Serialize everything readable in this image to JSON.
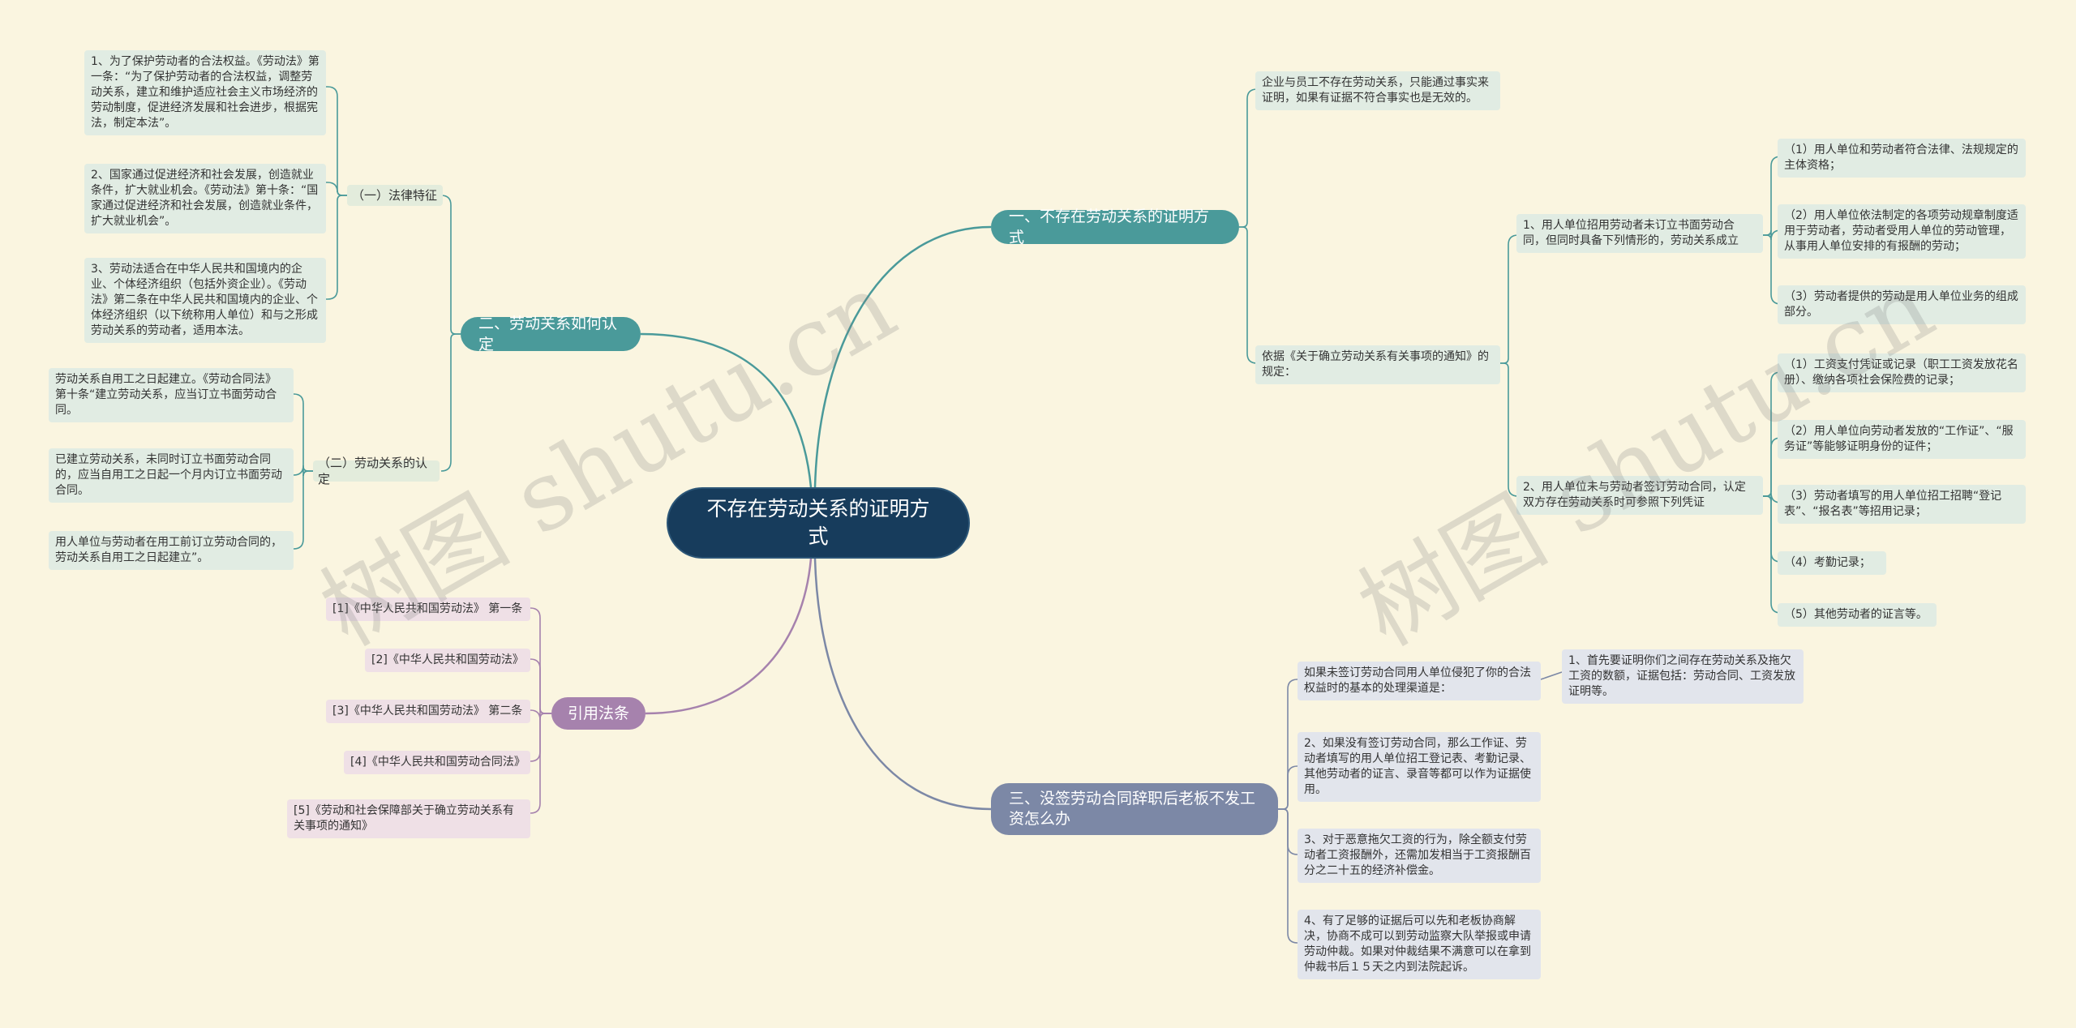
{
  "root": "不存在劳动关系的证明方式",
  "watermark": "树图 shutu.cn",
  "colors": {
    "background": "#faf5e0",
    "root": "#173c5c",
    "teal": "#4a9a9a",
    "purple": "#a682ad",
    "slate": "#7c88a6"
  },
  "branch1": {
    "label": "一、不存在劳动关系的证明方式",
    "intro": "企业与员工不存在劳动关系，只能通过事实来证明，如果有证据不符合事实也是无效的。",
    "basis": "依据《关于确立劳动关系有关事项的通知》的规定：",
    "item1": {
      "label": "1、用人单位招用劳动者未订立书面劳动合同，但同时具备下列情形的，劳动关系成立",
      "points": [
        "（1）用人单位和劳动者符合法律、法规规定的主体资格；",
        "（2）用人单位依法制定的各项劳动规章制度适用于劳动者，劳动者受用人单位的劳动管理，从事用人单位安排的有报酬的劳动；",
        "（3）劳动者提供的劳动是用人单位业务的组成部分。"
      ]
    },
    "item2": {
      "label": "2、用人单位未与劳动者签订劳动合同，认定双方存在劳动关系时可参照下列凭证",
      "points": [
        "（1）工资支付凭证或记录（职工工资发放花名册）、缴纳各项社会保险费的记录；",
        "（2）用人单位向劳动者发放的“工作证”、“服务证”等能够证明身份的证件；",
        "（3）劳动者填写的用人单位招工招聘“登记表”、“报名表”等招用记录；",
        "（4）考勤记录；",
        "（5）其他劳动者的证言等。"
      ]
    }
  },
  "branch2": {
    "label": "二、劳动关系如何认定",
    "sub1": {
      "label": "（一）法律特征",
      "points": [
        "1、为了保护劳动者的合法权益。《劳动法》第一条：“为了保护劳动者的合法权益，调整劳动关系，建立和维护适应社会主义市场经济的劳动制度，促进经济发展和社会进步，根据宪法，制定本法”。",
        "2、国家通过促进经济和社会发展，创造就业条件，扩大就业机会。《劳动法》第十条：“国家通过促进经济和社会发展，创造就业条件，扩大就业机会”。",
        "3、劳动法适合在中华人民共和国境内的企业、个体经济组织（包括外资企业）。《劳动法》第二条在中华人民共和国境内的企业、个体经济组织（以下统称用人单位）和与之形成劳动关系的劳动者，适用本法。"
      ]
    },
    "sub2": {
      "label": "（二）劳动关系的认定",
      "points": [
        "劳动关系自用工之日起建立。《劳动合同法》第十条“建立劳动关系，应当订立书面劳动合同。",
        "已建立劳动关系，未同时订立书面劳动合同的，应当自用工之日起一个月内订立书面劳动合同。",
        "用人单位与劳动者在用工前订立劳动合同的，劳动关系自用工之日起建立”。"
      ]
    }
  },
  "branch3": {
    "label": "三、没签劳动合同辞职后老板不发工资怎么办",
    "item1": {
      "label": "如果未签订劳动合同用人单位侵犯了你的合法权益时的基本的处理渠道是：",
      "detail": "1、首先要证明你们之间存在劳动关系及拖欠工资的数额，证据包括：劳动合同、工资发放证明等。"
    },
    "items": [
      "2、如果没有签订劳动合同，那么工作证、劳动者填写的用人单位招工登记表、考勤记录、其他劳动者的证言、录音等都可以作为证据使用。",
      "3、对于恶意拖欠工资的行为，除全额支付劳动者工资报酬外，还需加发相当于工资报酬百分之二十五的经济补偿金。",
      "4、有了足够的证据后可以先和老板协商解决，协商不成可以到劳动监察大队举报或申请劳动仲裁。如果对仲裁结果不满意可以在拿到仲裁书后１５天之内到法院起诉。"
    ]
  },
  "branch4": {
    "label": "引用法条",
    "refs": [
      "[1]《中华人民共和国劳动法》 第一条",
      "[2]《中华人民共和国劳动法》",
      "[3]《中华人民共和国劳动法》 第二条",
      "[4]《中华人民共和国劳动合同法》",
      "[5]《劳动和社会保障部关于确立劳动关系有关事项的通知》"
    ]
  }
}
